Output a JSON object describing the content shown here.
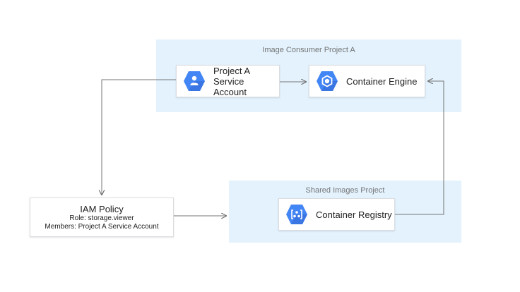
{
  "zones": {
    "consumer": {
      "label": "Image Consumer Project A"
    },
    "shared": {
      "label": "Shared Images Project"
    }
  },
  "nodes": {
    "service_account": {
      "line1": "Project A",
      "line2": "Service Account",
      "icon": "service-account-icon"
    },
    "container_engine": {
      "label": "Container Engine",
      "icon": "container-engine-icon"
    },
    "container_registry": {
      "label": "Container Registry",
      "icon": "container-registry-icon"
    },
    "iam_policy": {
      "title": "IAM Policy",
      "role": "Role: storage.viewer",
      "members": "Members: Project A Service Account"
    }
  },
  "colors": {
    "zone_fill": "#e3f2fd",
    "icon_blue": "#4285f4",
    "icon_dark": "#3367d6",
    "connector": "#757575"
  }
}
